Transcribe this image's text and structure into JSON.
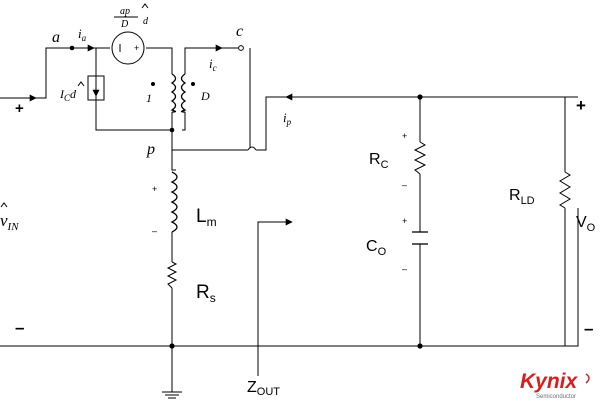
{
  "nodes": {
    "a": "a",
    "c": "c",
    "p": "p"
  },
  "currents": {
    "ia": {
      "main": "i",
      "sub": "a"
    },
    "ic": {
      "main": "i",
      "sub": "c"
    },
    "ip": {
      "main": "i",
      "sub": "p"
    }
  },
  "dependent_voltage": {
    "num": "ap",
    "den": "D",
    "hat_var": "d"
  },
  "dependent_current": {
    "main": "I",
    "sub": "C",
    "var": "d"
  },
  "transformer": {
    "primary_turns": "1",
    "secondary_turns": "D"
  },
  "input_voltage": {
    "symbol": "v",
    "sub": "IN"
  },
  "components": {
    "Lm": {
      "main": "L",
      "sub": "m"
    },
    "Rs": {
      "main": "R",
      "sub": "s"
    },
    "Rc": {
      "main": "R",
      "sub": "C"
    },
    "Co": {
      "main": "C",
      "sub": "O"
    },
    "Rld": {
      "main": "R",
      "sub": "LD"
    }
  },
  "output_voltage": {
    "main": "V",
    "sub": "O"
  },
  "impedance": {
    "main": "Z",
    "sub": "OUT"
  },
  "polarity": {
    "plus": "+",
    "minus": "–"
  },
  "source_sign": "+",
  "logo": {
    "name": "Kynix",
    "tagline": "Semiconductor"
  },
  "colors": {
    "logo_red": "#d81e1e",
    "logo_grey": "#6f6f6f",
    "wire": "#000000"
  }
}
